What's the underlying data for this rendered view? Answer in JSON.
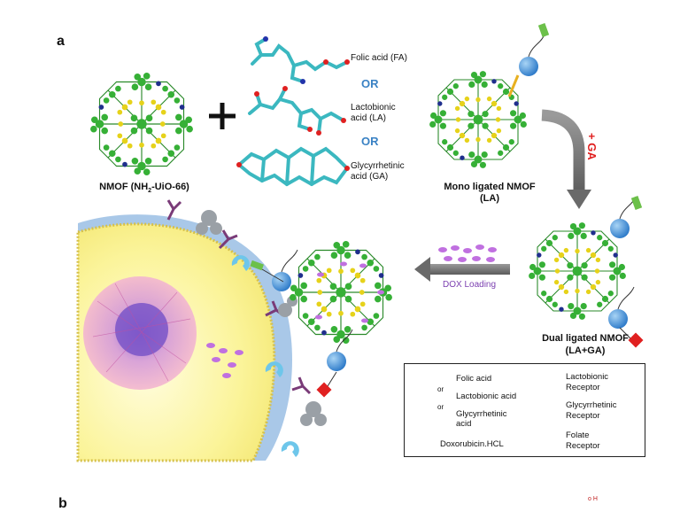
{
  "panel": {
    "letter_a": "a",
    "letter_b": "b"
  },
  "reactants": {
    "nmof_label": "NMOF (NH",
    "nmof_sub": "2",
    "nmof_tail": "-UiO-66)",
    "ligand_fa": "Folic acid (FA)",
    "or_1": "OR",
    "ligand_la_1": "Lactobionic",
    "ligand_la_2": "acid (LA)",
    "or_2": "OR",
    "ligand_ga_1": "Glycyrrhetinic",
    "ligand_ga_2": "acid (GA)"
  },
  "products": {
    "mono_1": "Mono ligated NMOF",
    "mono_2": "(LA)",
    "plus_ga": "+ GA",
    "dual_1": "Dual ligated NMOF",
    "dual_2": "(LA+GA)",
    "dox_loading": "DOX Loading"
  },
  "legend": {
    "folic": "Folic acid",
    "or_a": "or",
    "lacto": "Lactobionic acid",
    "or_b": "or",
    "glyc_1": "Glycyrrhetinic",
    "glyc_2": "acid",
    "dox": "Doxorubicin.HCL",
    "lacto_rec_1": "Lactobionic",
    "lacto_rec_2": "Receptor",
    "glyc_rec_1": "Glycyrrhetinic",
    "glyc_rec_2": "Receptor",
    "folate_rec_1": "Folate",
    "folate_rec_2": "Receptor"
  },
  "corner_text": "o H",
  "colors": {
    "mof_green": "#2e9b2e",
    "mof_yellow": "#e6d21a",
    "amine_blue": "#1f2f8c",
    "or_blue": "#3a82c4",
    "ga_red": "#e02020",
    "dox_purple": "#c070e0",
    "cell_yellow": "#fbf49a",
    "membrane_blue": "#a9c8e8",
    "arrow_gray": "#7a7a7a",
    "ligand_teal": "#3bb8c0"
  }
}
